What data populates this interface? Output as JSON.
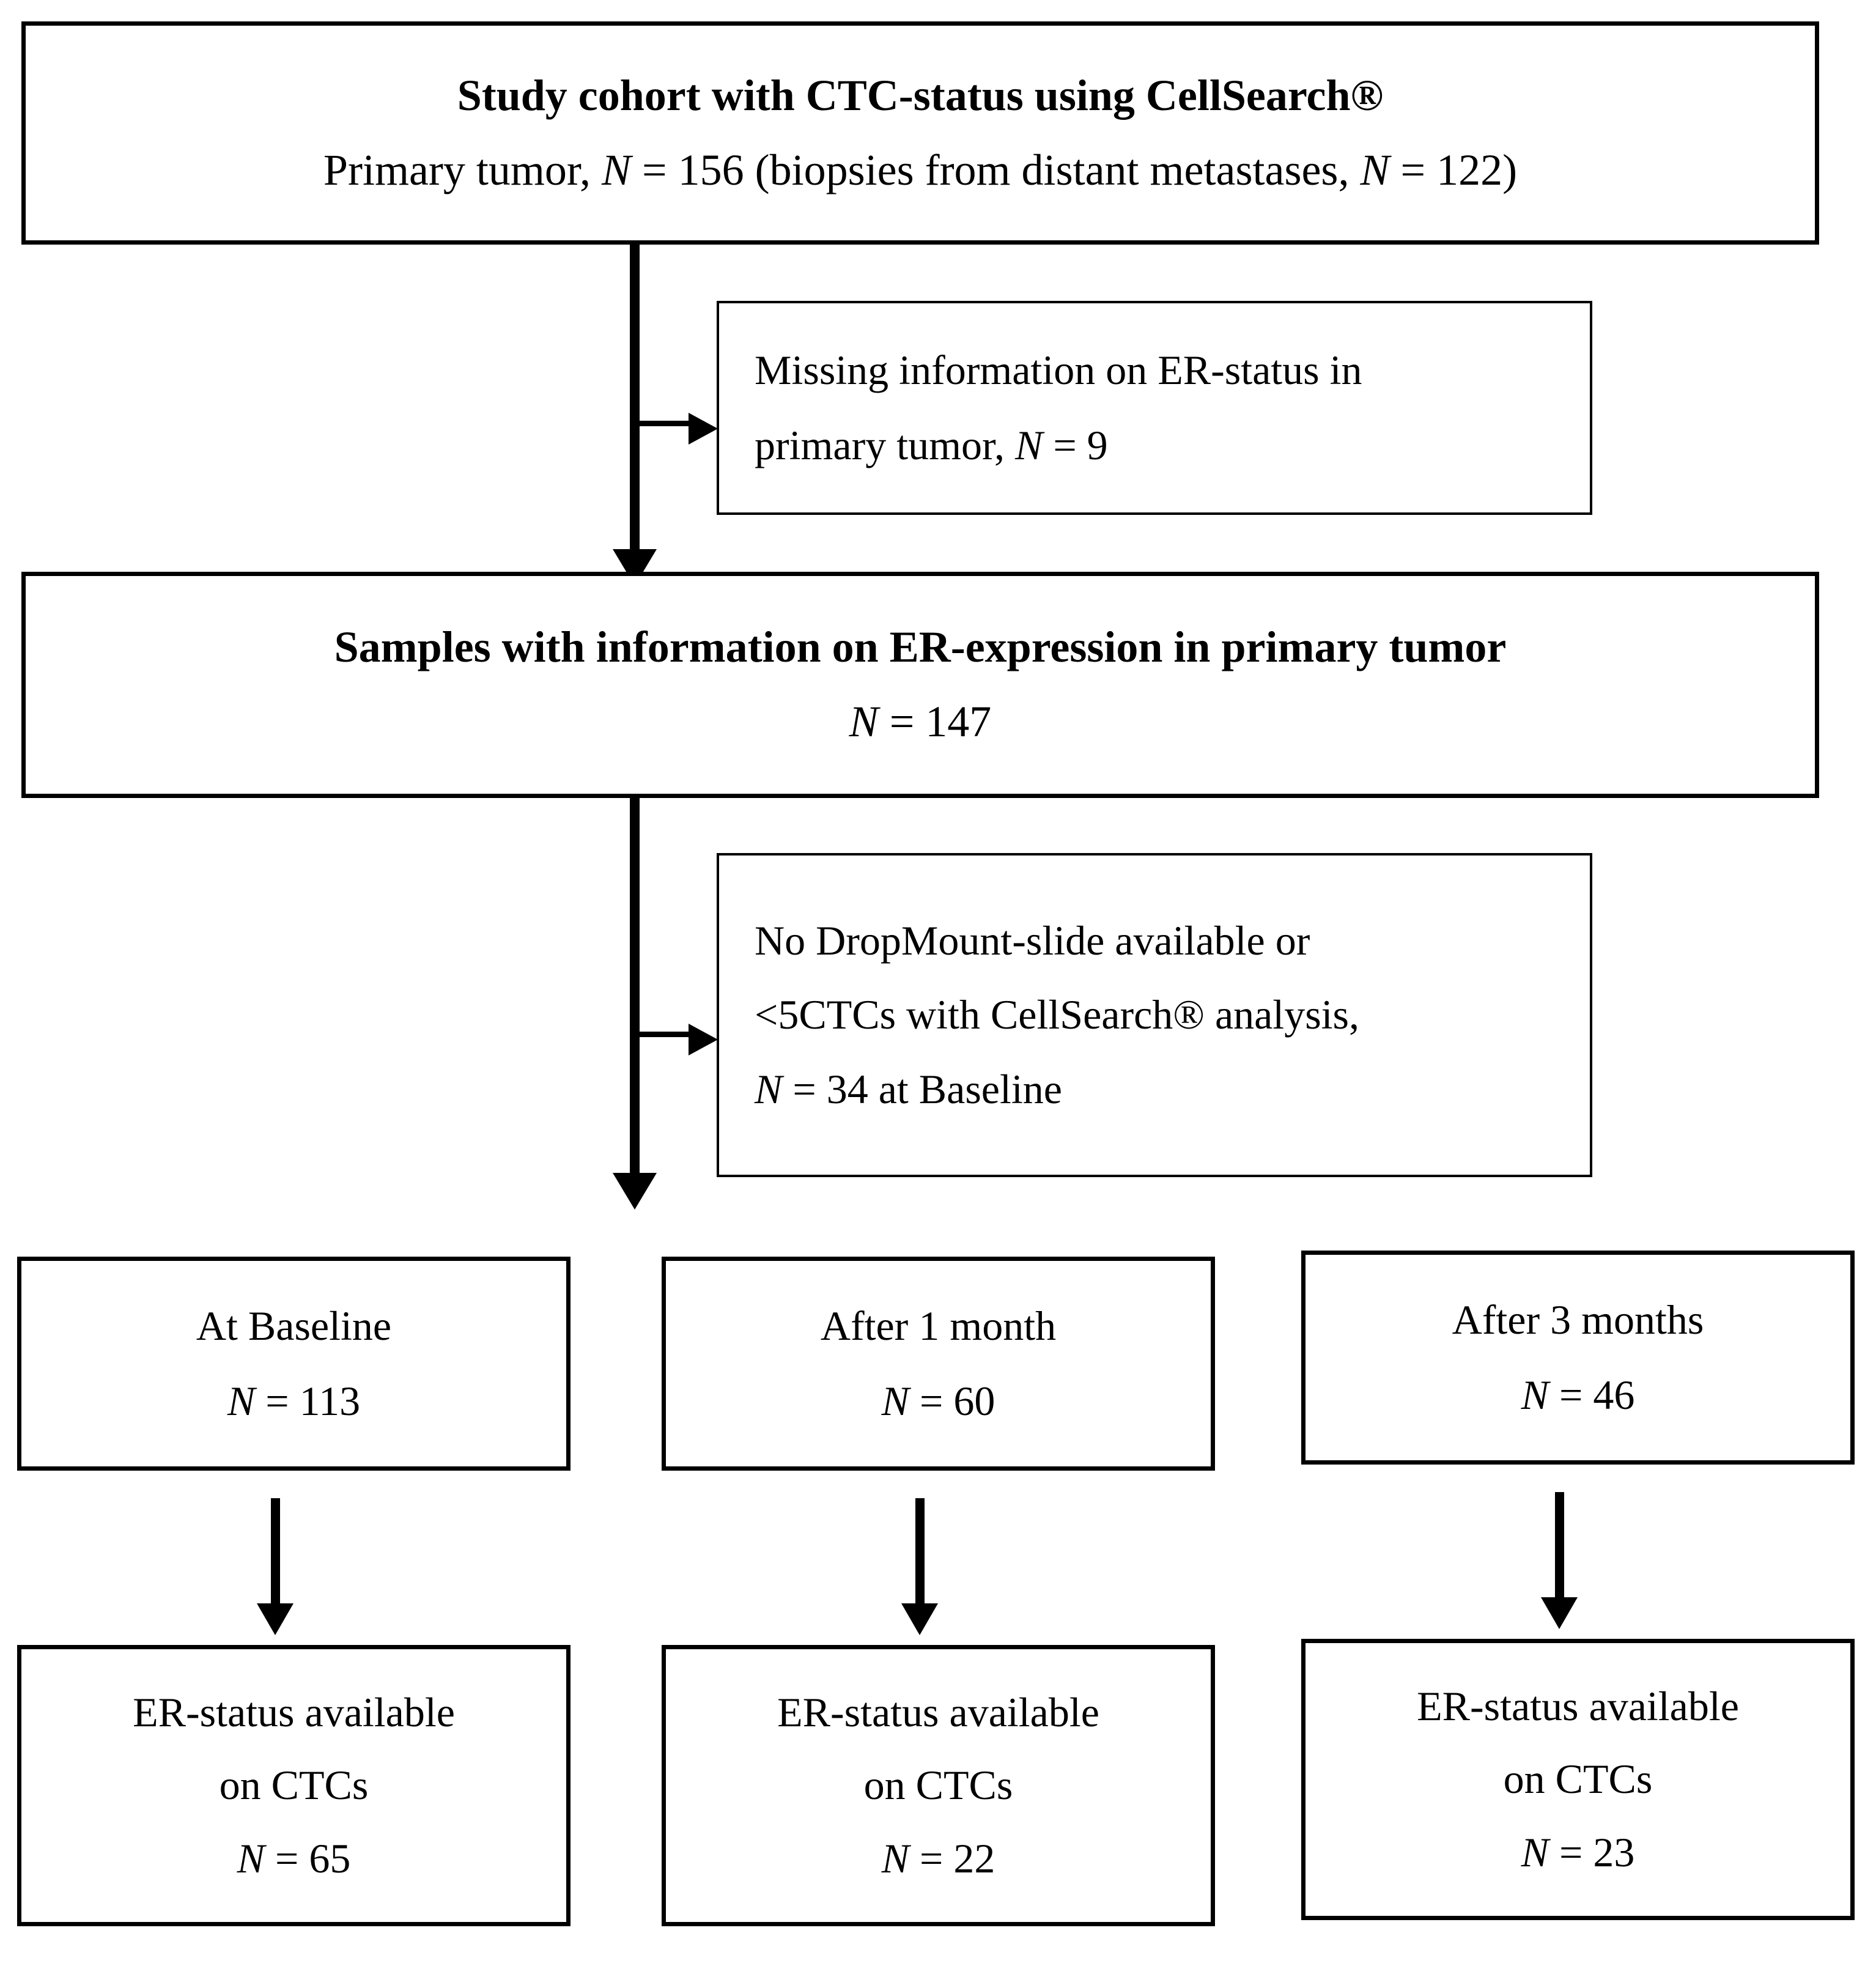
{
  "figure": {
    "type": "flowchart",
    "title": "CONSORT-style patient flow diagram for CTC ER-status study"
  },
  "nodes": {
    "cohort": {
      "title": "Study cohort with CTC-status using CellSearch®",
      "line2_a": "Primary tumor, ",
      "line2_n1": "N",
      "line2_b": " = 156 (biopsies from distant metastases, ",
      "line2_n2": "N",
      "line2_c": " = 122)"
    },
    "exclusion_er": {
      "line1": "Missing information on ER-status in",
      "line2_a": "primary tumor, ",
      "line2_n": "N",
      "line2_b": " = 9"
    },
    "samples_er": {
      "title": "Samples with information on ER-expression in primary tumor",
      "line2_n": "N",
      "line2_b": " = 147"
    },
    "exclusion_dropmount": {
      "line1": "No DropMount-slide available or",
      "line2": "<5CTCs with CellSearch® analysis,",
      "line3_n": "N",
      "line3_b": " = 34 at Baseline"
    },
    "timepoints": [
      {
        "label": "At Baseline",
        "n_symbol": "N",
        "n_value": " = 113"
      },
      {
        "label": "After 1 month",
        "n_symbol": "N",
        "n_value": " = 60"
      },
      {
        "label": "After 3 months",
        "n_symbol": "N",
        "n_value": " = 46"
      }
    ],
    "results": [
      {
        "line1": "ER-status available",
        "line2": "on CTCs",
        "n_symbol": "N",
        "n_value": " = 65"
      },
      {
        "line1": "ER-status available",
        "line2": "on CTCs",
        "n_symbol": "N",
        "n_value": " = 22"
      },
      {
        "line1": "ER-status available",
        "line2": "on CTCs",
        "n_symbol": "N",
        "n_value": " = 23"
      }
    ]
  },
  "colors": {
    "stroke": "#000000",
    "background": "#ffffff",
    "text": "#000000"
  }
}
